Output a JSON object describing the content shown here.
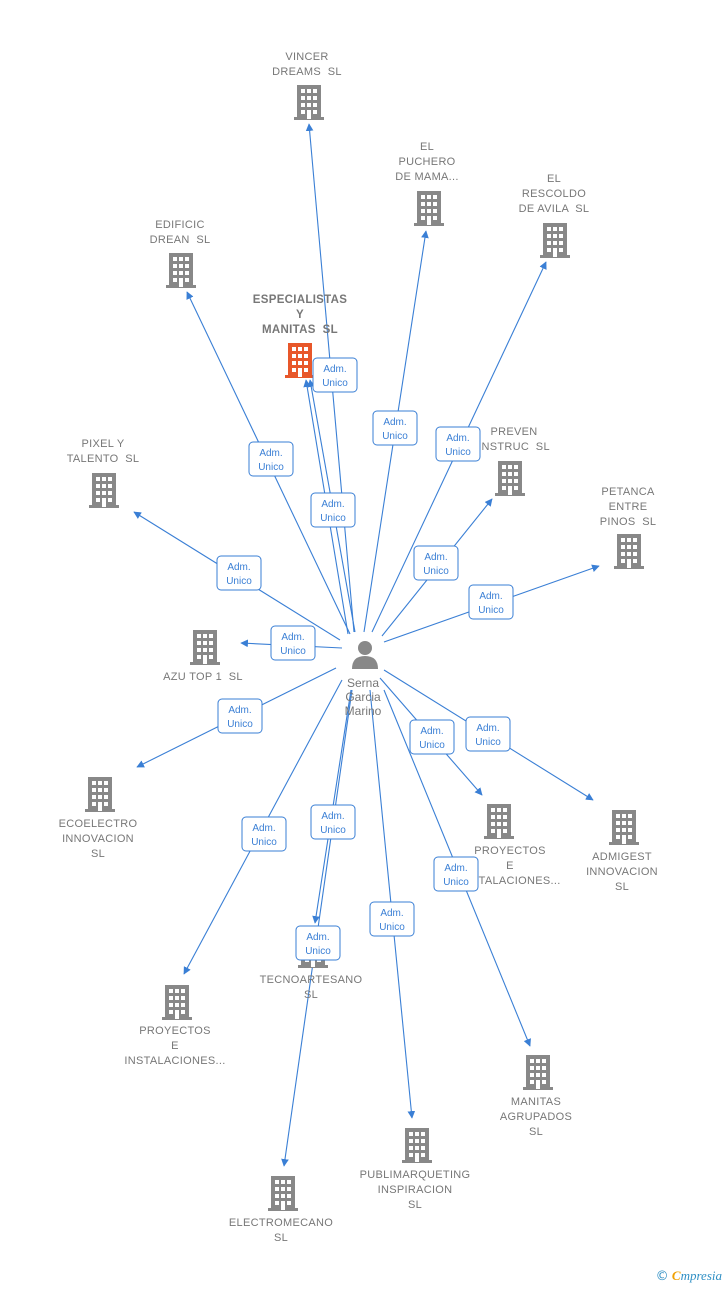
{
  "colors": {
    "edge": "#3a7fd5",
    "building": "#888888",
    "building_highlight": "#e8572a",
    "person": "#888888",
    "text": "#777777"
  },
  "person": {
    "name_lines": [
      "Serna",
      "Garcia",
      "Marino"
    ],
    "icon": "person-icon"
  },
  "companies": [
    {
      "id": "vincer",
      "lines": [
        "VINCER",
        "DREAMS  SL"
      ]
    },
    {
      "id": "puchero",
      "lines": [
        "EL",
        "PUCHERO",
        "DE MAMA..."
      ]
    },
    {
      "id": "rescoldo",
      "lines": [
        "EL",
        "RESCOLDO",
        "DE AVILA  SL"
      ]
    },
    {
      "id": "edificic",
      "lines": [
        "EDIFICIC",
        "DREAN  SL"
      ]
    },
    {
      "id": "especialistas",
      "lines": [
        "ESPECIALISTAS",
        "Y",
        "MANITAS  SL"
      ],
      "highlight": true
    },
    {
      "id": "preven",
      "lines": [
        "PREVEN",
        "INSTRUC  SL"
      ]
    },
    {
      "id": "pixel",
      "lines": [
        "PIXEL Y",
        "TALENTO  SL"
      ]
    },
    {
      "id": "petanca",
      "lines": [
        "PETANCA",
        "ENTRE",
        "PINOS  SL"
      ]
    },
    {
      "id": "azu",
      "lines": [
        "AZU TOP 1  SL"
      ]
    },
    {
      "id": "ecoelectro",
      "lines": [
        "ECOELECTRO",
        "INNOVACION",
        "SL"
      ]
    },
    {
      "id": "proyectos1",
      "lines": [
        "PROYECTOS",
        "E",
        "INSTALACIONES..."
      ]
    },
    {
      "id": "admigest",
      "lines": [
        "ADMIGEST",
        "INNOVACION",
        "SL"
      ]
    },
    {
      "id": "proyectos2",
      "lines": [
        "PROYECTOS",
        "E",
        "INSTALACIONES..."
      ]
    },
    {
      "id": "tecnoartesano",
      "lines": [
        "TECNOARTESANO",
        "SL"
      ]
    },
    {
      "id": "manitas",
      "lines": [
        "MANITAS",
        "AGRUPADOS",
        "SL"
      ]
    },
    {
      "id": "publimarqueting",
      "lines": [
        "PUBLIMARQUETING",
        "INSPIRACION",
        "SL"
      ]
    },
    {
      "id": "electromecano",
      "lines": [
        "ELECTROMECANO",
        "SL"
      ]
    }
  ],
  "badge": {
    "line1": "Adm.",
    "line2": "Unico"
  },
  "edges": [
    {
      "to": "vincer"
    },
    {
      "to": "puchero"
    },
    {
      "to": "rescoldo"
    },
    {
      "to": "edificic"
    },
    {
      "to": "especialistas"
    },
    {
      "to": "especialistas"
    },
    {
      "to": "preven"
    },
    {
      "to": "pixel"
    },
    {
      "to": "petanca"
    },
    {
      "to": "azu"
    },
    {
      "to": "ecoelectro"
    },
    {
      "to": "proyectos1"
    },
    {
      "to": "admigest"
    },
    {
      "to": "proyectos2"
    },
    {
      "to": "tecnoartesano"
    },
    {
      "to": "manitas"
    },
    {
      "to": "publimarqueting"
    },
    {
      "to": "electromecano"
    }
  ],
  "footer": {
    "copyright": "©",
    "brand_first": "C",
    "brand_rest": "mpresia"
  }
}
